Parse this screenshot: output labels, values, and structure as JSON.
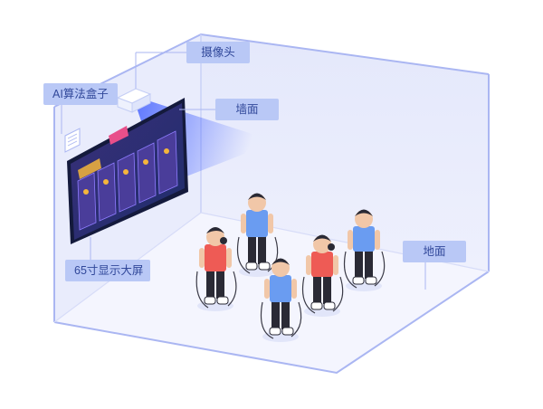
{
  "labels": {
    "ai_box": "AI算法盒子",
    "camera": "摄像头",
    "wall": "墙面",
    "screen": "65寸显示大屏",
    "floor": "地面"
  },
  "colors": {
    "room_wall": "#e7eafb",
    "room_floor": "#f3f4fd",
    "edge": "#aab6f2",
    "screen_bg": "#2a2f63",
    "beam": "#3d5bff",
    "tag_bg": "#b9c8f6",
    "shirt_red": "#ee5b55",
    "shirt_blue": "#6a9cf1"
  }
}
